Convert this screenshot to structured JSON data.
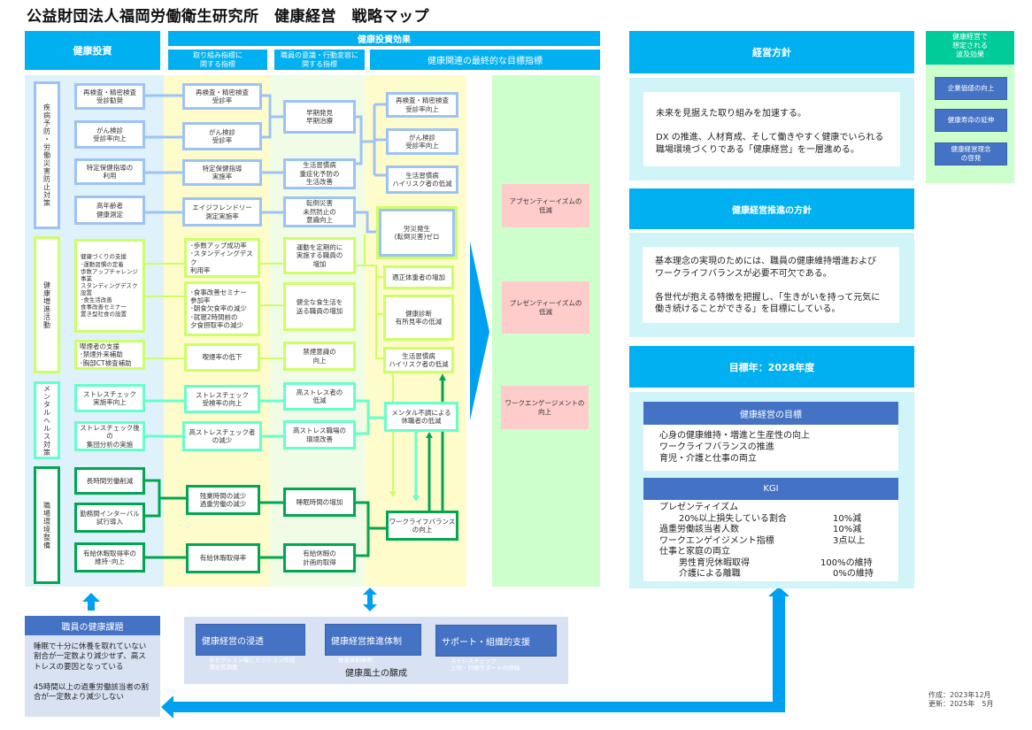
{
  "title": "公益財団法人福岡労働衛生研究所　健康経営　戦略マップ",
  "headers": {
    "investment": "健康投資",
    "effect": "健康投資効果",
    "sub1": "取り組み指標に\n関する指標",
    "sub2": "職員の意識・行動変容に\n関する指標",
    "sub3": "健康関連の最終的な目標指標"
  },
  "categories": [
    {
      "label": "疾病予防・労働災害防止対策",
      "color": "#9dc3f5"
    },
    {
      "label": "健康増進活動",
      "color": "#ccff66"
    },
    {
      "label": "メンタルヘルス対策",
      "color": "#66ffcc"
    },
    {
      "label": "職場環境整備",
      "color": "#00a651"
    }
  ],
  "investment_items": [
    "再検査・精密検査\n受診勧奨",
    "がん検診\n受診率向上",
    "特定保健指導の\n利用",
    "高年齢者\n健康測定",
    "健康づくりの支援\n･運動習慣の定着\n歩数アップチャレンジ事業\nスタンディングデスク設置\n･食生活改善\n食事改善セミナー\n置き型社食の設置",
    "喫煙者の支援\n･禁煙外来補助\n･胸部CT検査補助",
    "ストレスチェック\n実施率向上",
    "ストレスチェック後の\n集団分析の実施",
    "長時間労働削減",
    "勤務間インターバル\n試行導入",
    "有給休暇取得率の\n維持･向上"
  ],
  "activity_indicators": [
    "再検査・精密検査\n受診率",
    "がん検診\n受診率",
    "特定保健指導\n実施率",
    "エイジフレンドリー\n測定実施率",
    "･歩数アップ成功率\n･スタンディングデスク\n利用率",
    "･食事改善セミナー\n参加率\n･朝食欠食率の減少\n･就寝2時間前の\n夕食摂取率の減少",
    "喫煙率の低下",
    "ストレスチェック\n受検率の向上",
    "高ストレスチェック者\nの減少",
    "残業時間の減少\n過重労働の減少",
    "有給休暇取得率"
  ],
  "behavior_indicators": [
    "早期発見\n早期治療",
    "生活習慣病\n重症化予防の\n生活改善",
    "転倒災害\n未然防止の\n意識向上",
    "運動を定期的に\n実施する職員の\n増加",
    "健全な食生活を\n送る職員の増加",
    "禁煙意識の\n向上",
    "高ストレス者の\n低減",
    "高ストレス職場の\n環境改善",
    "睡眠時間の増加",
    "有給休暇の\n計画的取得"
  ],
  "final_indicators": [
    "再検査・精密検査\n受診率向上",
    "がん検診\n受診率向上",
    "生活習慣病\nハイリスク者の低減",
    "労災発生\n(転倒災害)ゼロ",
    "適正体重者の増加",
    "健康診断\n有所見率の低減",
    "生活習慣病\nハイリスク者の低減",
    "メンタル不調による\n休職者の低減",
    "ワークライフバランス\nの向上"
  ],
  "outcomes": [
    "アブセンティーイズムの\n低減",
    "プレゼンティーイズムの\n低減",
    "ワークエンゲージメントの\n向上"
  ],
  "management_policy": {
    "header": "経営方針",
    "text": "未来を見据えた取り組みを加速する。\n\nDX の推進、人材育成、そして働きやすく健康でいられる\n職場環境づくりである「健康経営」を一層進める。"
  },
  "ripple": {
    "header": "健康経営で\n想定される\n波及効果",
    "items": [
      "企業価値の向上",
      "健康寿命の延伸",
      "健康経営理念\nの啓発"
    ]
  },
  "promotion_policy": {
    "header": "健康経営推進の方針",
    "text": "基本理念の実現のためには、職員の健康維持増進および\nワークライフバランスが必要不可欠である。\n\n各世代が抱える特徴を把握し、「生きがいを持って元気に\n働き続けることができる」を目標にしている。"
  },
  "target_year": "目標年：2028年度",
  "goals": {
    "header": "健康経営の目標",
    "items": [
      "心身の健康維持・増進と生産性の向上",
      "ワークライフバランスの推進",
      "育児・介護と仕事の両立"
    ]
  },
  "kgi": {
    "header": "KGI",
    "rows": [
      {
        "label": "プレゼンティイズム",
        "value": "",
        "indent": 0
      },
      {
        "label": "20%以上損失している割合",
        "value": "10%減",
        "indent": 1
      },
      {
        "label": "過重労働該当者人数",
        "value": "10%減",
        "indent": 0
      },
      {
        "label": "ワークエンゲイジメント指標",
        "value": "3点以上",
        "indent": 0
      },
      {
        "label": "仕事と家庭の両立",
        "value": "",
        "indent": 0
      },
      {
        "label": "男性育児休暇取得",
        "value": "100%の維持",
        "indent": 1
      },
      {
        "label": "介護による離職",
        "value": "0%の維持",
        "indent": 1
      }
    ]
  },
  "health_issues": {
    "header": "職員の健康課題",
    "text": "睡眠で十分に休養を取れていない割合が一定数より減少せず、高ストレスの要因となっている\n\n45時間以上の過重労働該当者の割合が一定数より減少しない"
  },
  "culture": {
    "label": "健康風土の醸成",
    "items": [
      {
        "title": "健康経営の浸透",
        "sub": "各セクション毎にミッション作成\n満足度調査"
      },
      {
        "title": "健康経営推進体制",
        "sub": "推進体制参照"
      },
      {
        "title": "サポート・組織的支援",
        "sub": "ストレスチェック\n上司・同僚サポートの評価"
      }
    ]
  },
  "dates": {
    "created": "作成：2023年12月",
    "updated": "更新：2025年　5月"
  }
}
